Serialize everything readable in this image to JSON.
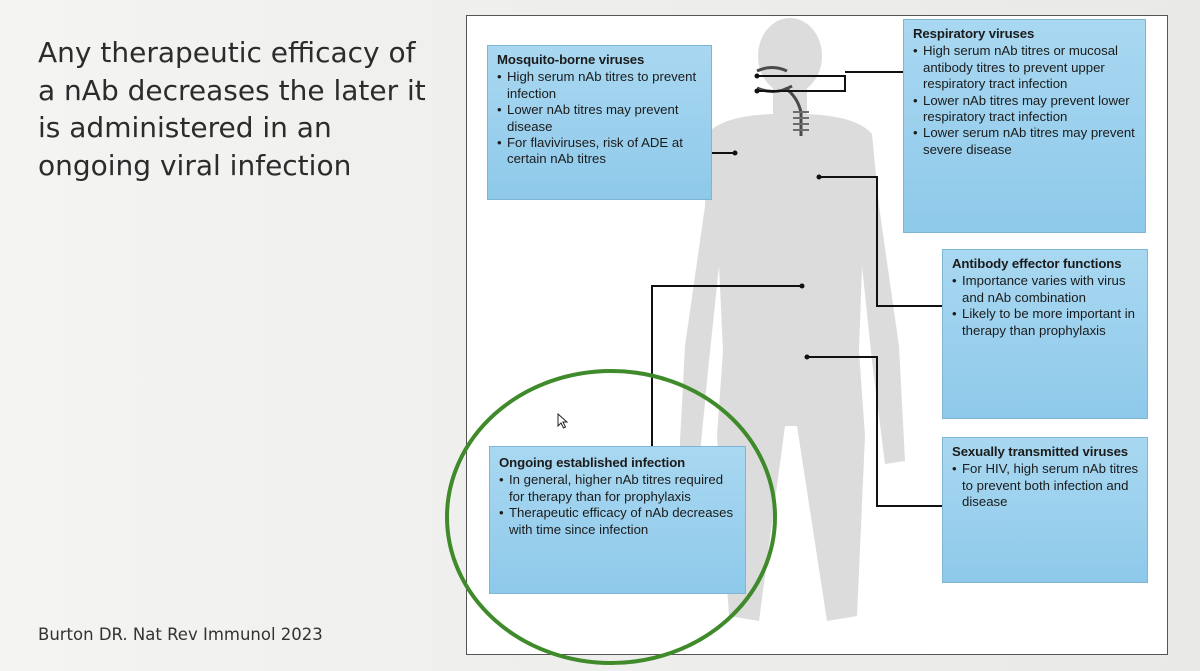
{
  "slide": {
    "title": "Any therapeutic efficacy of a nAb decreases the later it is administered in an ongoing viral infection",
    "citation": "Burton DR. Nat Rev Immunol 2023"
  },
  "figure": {
    "boxes": {
      "mosquito": {
        "title": "Mosquito-borne viruses",
        "bullets": [
          "High serum nAb titres to prevent infection",
          "Lower nAb titres may prevent disease",
          "For flaviviruses, risk of ADE at certain nAb titres"
        ]
      },
      "respiratory": {
        "title": "Respiratory viruses",
        "bullets": [
          "High serum nAb titres or mucosal antibody titres to prevent upper respiratory tract infection",
          "Lower nAb titres may prevent lower respiratory tract infection",
          "Lower serum nAb titres may prevent severe disease"
        ]
      },
      "effector": {
        "title": "Antibody effector functions",
        "bullets": [
          "Importance varies with virus and nAb combination",
          "Likely to be more important in therapy than prophylaxis"
        ]
      },
      "sexual": {
        "title": "Sexually transmitted viruses",
        "bullets": [
          "For HIV, high serum nAb titres to prevent both infection and disease"
        ]
      },
      "ongoing": {
        "title": "Ongoing established infection",
        "bullets": [
          "In general, higher nAb titres required for therapy than for prophylaxis",
          "Therapeutic efficacy of nAb decreases with time since infection"
        ]
      }
    },
    "highlight_color": "#3f8a2a",
    "box_color": "#9fd2ee",
    "icons": {
      "cursor": "arrow-cursor-icon"
    }
  }
}
